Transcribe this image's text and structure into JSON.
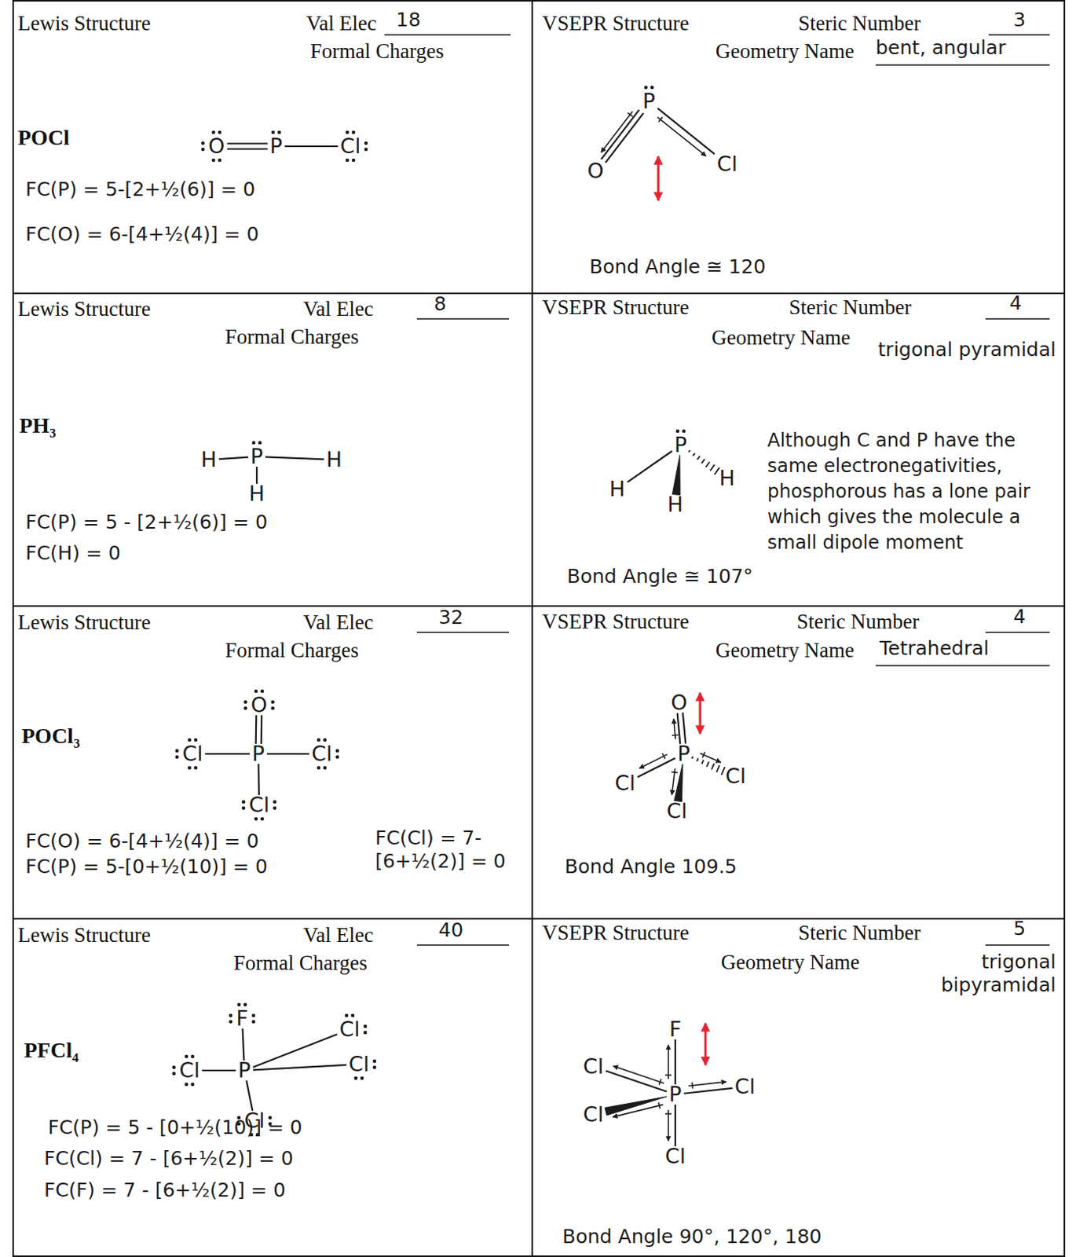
{
  "diagram": {
    "nodes": [
      {
        "text": [
          "Lewis Structure",
          "Val Elec",
          "18",
          "Formal Charges",
          "POCl",
          "FC(P) = 5-[2+½(6)] = 0",
          "FC(O) = 6-[4+½(4)] = 0"
        ]
      },
      {
        "text": [
          "VSEPR Structure",
          "Steric Number",
          "3",
          "Geometry Name",
          "bent, angular",
          "Bond Angle ≅ 120"
        ]
      },
      {
        "text": [
          "Lewis Structure",
          "Val Elec",
          "8",
          "Formal Charges",
          "PH₃",
          "FC(P) = 5 - [2+½(6)] = 0",
          "FC(H) = 0"
        ]
      },
      {
        "text": [
          "VSEPR Structure",
          "Steric Number",
          "4",
          "Geometry Name",
          "trigonal pyramidal",
          "Although C and P have the same electronegativities, phosphorous has a lone pair which gives the molecule a small dipole moment",
          "Bond Angle ≅ 107°"
        ]
      },
      {
        "text": [
          "Lewis Structure",
          "Val Elec",
          "32",
          "Formal Charges",
          "POCl₃",
          "FC(O) = 6-[4+½(4)] = 0",
          "FC(P) = 5-[0+½(10)] = 0",
          "FC(Cl) = 7-[6+½(2)] = 0"
        ]
      },
      {
        "text": [
          "VSEPR Structure",
          "Steric Number",
          "4",
          "Geometry Name",
          "Tetrahedral",
          "Bond Angle 109.5"
        ]
      },
      {
        "text": [
          "Lewis Structure",
          "Val Elec",
          "40",
          "Formal Charges",
          "PFCl₄",
          "FC(P) = 5 - [0+½(10)] = 0",
          "FC(Cl) = 7 - [6+½(2)] = 0",
          "FC(F) = 7 - [6+½(2)] = 0"
        ]
      },
      {
        "text": [
          "VSEPR Structure",
          "Steric Number",
          "5",
          "Geometry Name",
          "trigonal bipyramidal",
          "Bond Angle 90°, 120°, 180"
        ]
      }
    ],
    "labels": [
      "O",
      "P",
      "Cl",
      "P",
      "O",
      "Cl",
      "H",
      "P",
      "H",
      "H",
      "P",
      "H",
      "H",
      "H",
      "O",
      "Cl",
      "P",
      "Cl",
      "Cl",
      "O",
      "P",
      "Cl",
      "Cl",
      "Cl",
      "F",
      "Cl",
      "P",
      "Cl",
      "Cl",
      "Cl",
      "F",
      "Cl",
      "P",
      "Cl",
      "Cl",
      "Cl"
    ]
  }
}
